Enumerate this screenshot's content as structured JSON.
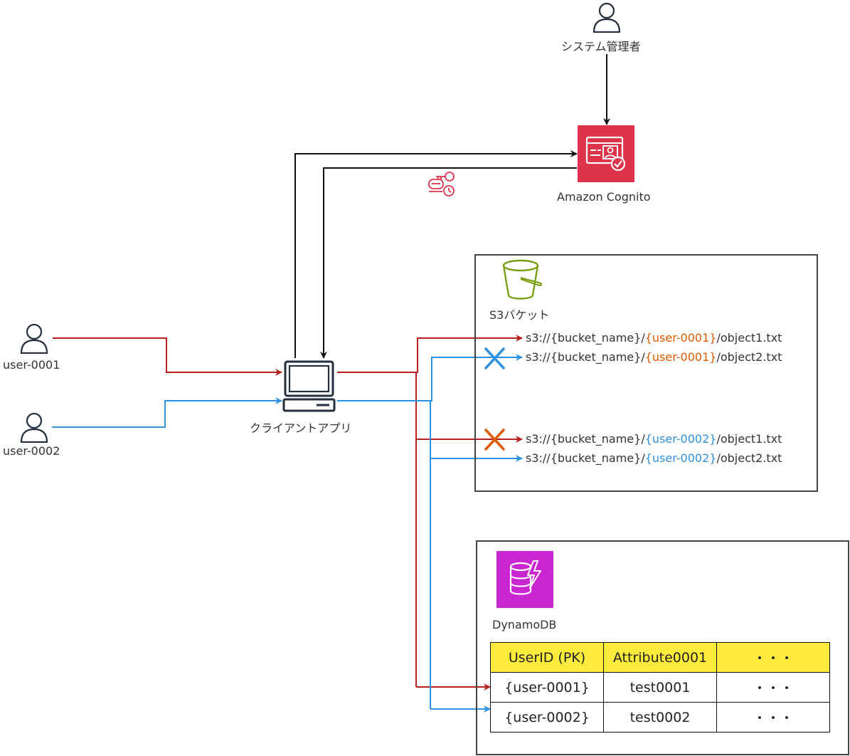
{
  "actors": {
    "admin": {
      "label": "システム管理者"
    },
    "user1": {
      "label": "user-0001"
    },
    "user2": {
      "label": "user-0002"
    }
  },
  "services": {
    "cognito": {
      "label": "Amazon Cognito",
      "color": "#dd344c"
    },
    "client": {
      "label": "クライアントアプリ"
    },
    "s3": {
      "label": "S3バケット",
      "color": "#7aa116"
    },
    "dynamodb": {
      "label": "DynamoDB",
      "color": "#c925d1"
    }
  },
  "s3_objects": [
    {
      "prefix": "s3://{bucket_name}/",
      "user": "{user-0001}",
      "suffix": "/object1.txt",
      "user_color": "#e05a00"
    },
    {
      "prefix": "s3://{bucket_name}/",
      "user": "{user-0001}",
      "suffix": "/object2.txt",
      "user_color": "#e05a00"
    },
    {
      "prefix": "s3://{bucket_name}/",
      "user": "{user-0002}",
      "suffix": "/object1.txt",
      "user_color": "#2e90e0"
    },
    {
      "prefix": "s3://{bucket_name}/",
      "user": "{user-0002}",
      "suffix": "/object2.txt",
      "user_color": "#2e90e0"
    }
  ],
  "table": {
    "headers": [
      "UserID (PK)",
      "Attribute0001",
      "・・・"
    ],
    "rows": [
      [
        "{user-0001}",
        "test0001",
        "・・・"
      ],
      [
        "{user-0002}",
        "test0002",
        "・・・"
      ]
    ]
  },
  "colors": {
    "user1_flow": "#b82020",
    "user2_flow": "#2e90e0",
    "deny_orange": "#e05a00",
    "deny_blue": "#2e90e0",
    "header_fill": "#ffeb3b"
  }
}
